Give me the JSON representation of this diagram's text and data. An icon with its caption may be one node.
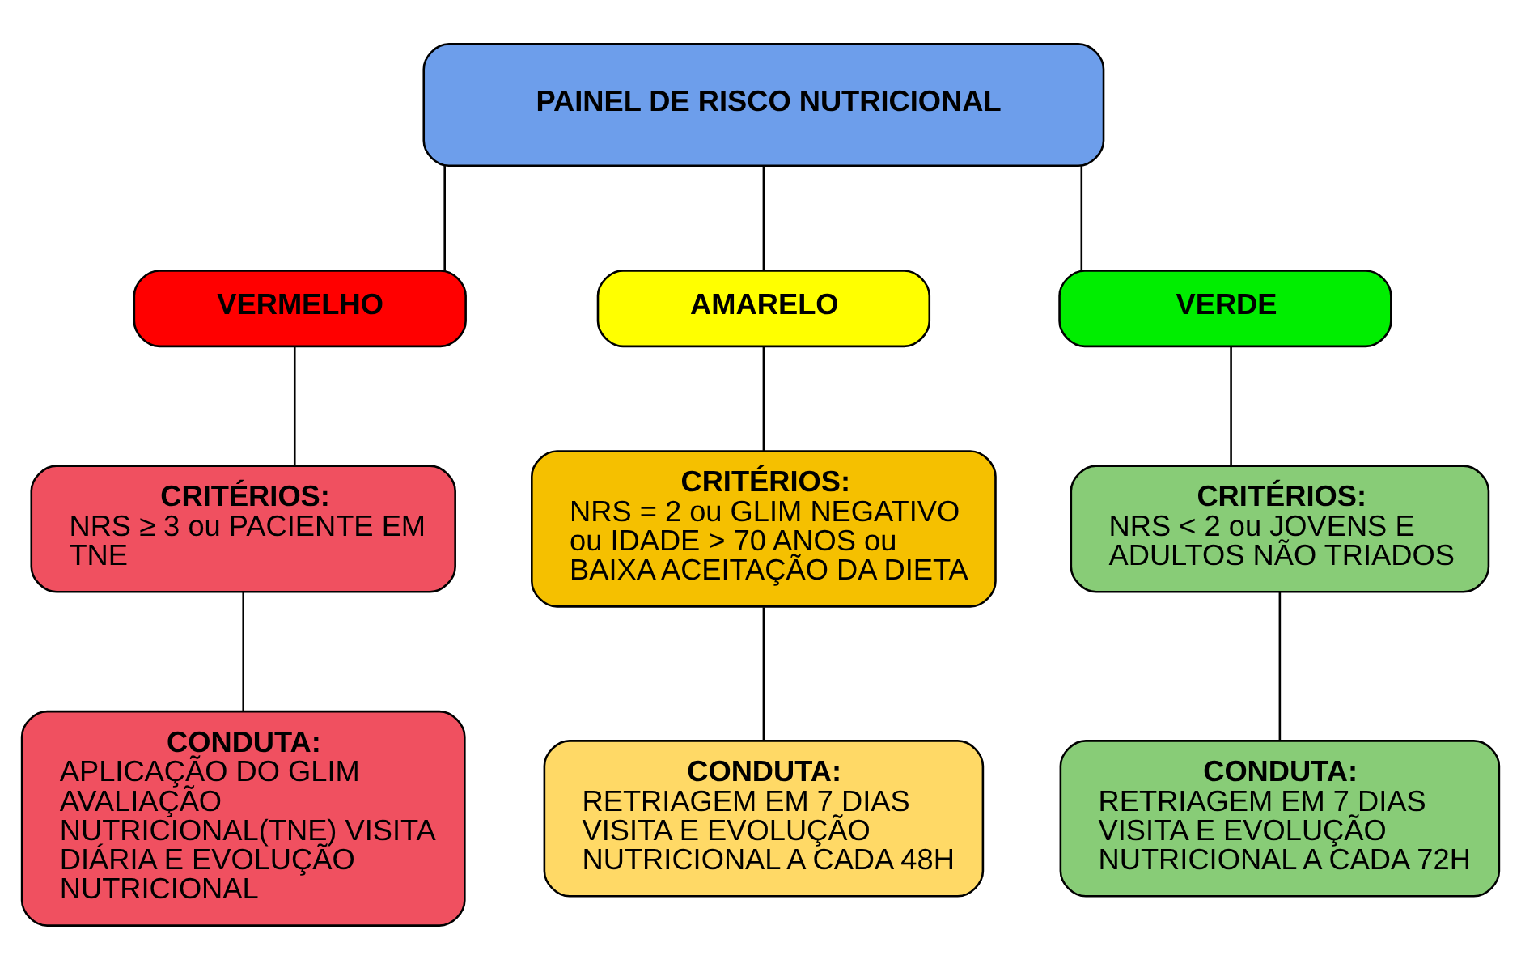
{
  "diagram": {
    "nodes": [
      {
        "text": [
          "PAINEL DE RISCO NUTRICIONAL"
        ]
      },
      {
        "text": [
          "VERMELHO"
        ]
      },
      {
        "text": [
          "AMARELO"
        ]
      },
      {
        "text": [
          "VERDE"
        ]
      },
      {
        "text": [
          "CRITÉRIOS:",
          "NRS ≥ 3 ou PACIENTE EM TNE"
        ]
      },
      {
        "text": [
          "CRITÉRIOS:",
          "NRS = 2 ou GLIM NEGATIVO ou IDADE > 70 ANOS ou BAIXA ACEITAÇÃO DA DIETA"
        ]
      },
      {
        "text": [
          "CRITÉRIOS:",
          "NRS < 2 ou JOVENS E ADULTOS NÃO TRIADOS"
        ]
      },
      {
        "text": [
          "CONDUTA:",
          "APLICAÇÃO DO GLIM AVALIAÇÃO NUTRICIONAL(TNE) VISITA DIÁRIA E EVOLUÇÃO NUTRICIONAL"
        ]
      },
      {
        "text": [
          "CONDUTA:",
          "RETRIAGEM EM 7 DIAS VISITA E EVOLUÇÃO NUTRICIONAL A CADA 48H"
        ]
      },
      {
        "text": [
          "CONDUTA:",
          "RETRIAGEM EM 7 DIAS VISITA E EVOLUÇÃO NUTRICIONAL A CADA 72H"
        ]
      }
    ],
    "edges": [
      {
        "from": 0,
        "to": 1,
        "arrow": "none"
      },
      {
        "from": 0,
        "to": 2,
        "arrow": "none"
      },
      {
        "from": 0,
        "to": 3,
        "arrow": "none"
      },
      {
        "from": 1,
        "to": 4,
        "arrow": "none"
      },
      {
        "from": 2,
        "to": 5,
        "arrow": "none"
      },
      {
        "from": 3,
        "to": 6,
        "arrow": "none"
      },
      {
        "from": 4,
        "to": 7,
        "arrow": "none"
      },
      {
        "from": 5,
        "to": 8,
        "arrow": "none"
      },
      {
        "from": 6,
        "to": 9,
        "arrow": "none"
      }
    ]
  }
}
